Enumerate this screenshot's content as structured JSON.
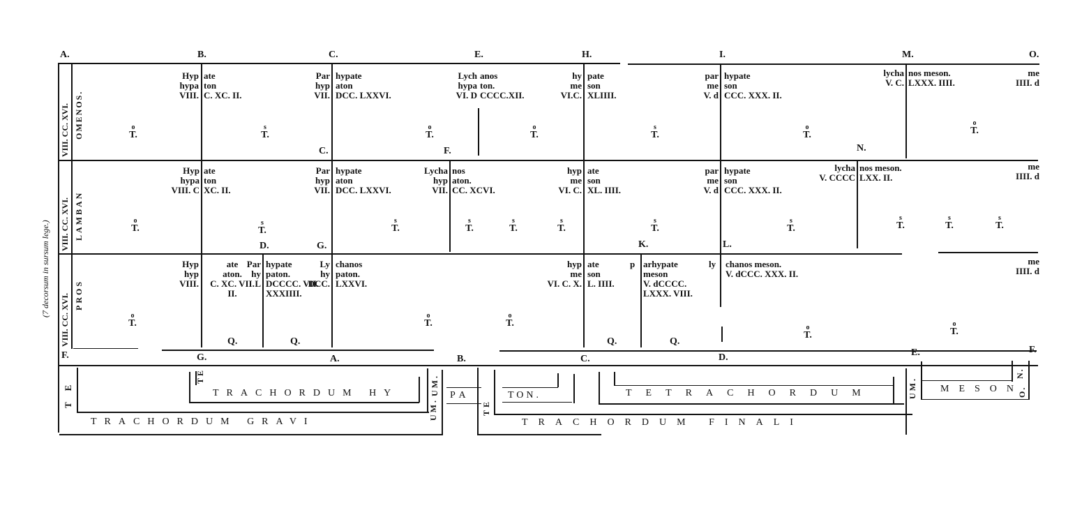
{
  "side_note": "(7 decorsum in sursum lege.)",
  "row_labels": [
    {
      "roman": "VIII. CC. XVI.",
      "name": "OMENOS."
    },
    {
      "roman": "VIII. CC. XVI.",
      "name": "LAMBAN"
    },
    {
      "roman": "VIII. CC. XVI.",
      "name": "PROS"
    }
  ],
  "top_letters": [
    "A.",
    "B.",
    "C.",
    "E.",
    "H.",
    "I.",
    "M.",
    "O."
  ],
  "row1": {
    "cells": [
      "Hyp\nhypa\nVIII.",
      "ate\nton\nC. XC. II.",
      "Par\nhyp\nVII.",
      "hypate\naton\nDCC. LXXVI.",
      "Lych\nhypa\nVI. D",
      "anos\nton.\nCCCC.XII.",
      "hy\nme\nVI.C.",
      "pate\nson\nXLIIII.",
      "par\nme\nV. d",
      "hypate\nson\nCCC. XXX. II.",
      "lycha\nV. C.",
      "nos meson.\nLXXX. IIII.",
      "me\nIIII. d"
    ],
    "tones": [
      "o|T.",
      "s|T.",
      "o|T.",
      "o|T.",
      "s|T.",
      "o|T.",
      "o|T."
    ],
    "letters": [
      "C.",
      "F.",
      "N."
    ]
  },
  "row2": {
    "cells": [
      "Hyp\nhypa\nVIII. C",
      "ate\nton\nXC. II.",
      "Par\nhyp\nVII.",
      "hypate\naton\nDCC. LXXVI.",
      "Lycha\nhyp\nVII.",
      "nos\naton.\nCC. XCVI.",
      "hyp\nme\nVI. C.",
      "ate\nson\nXL. IIII.",
      "par\nme\nV. d",
      "hypate\nson\nCCC. XXX. II.",
      "lycha\nV. CCCC",
      "nos meson.\nLXX. II.",
      "me\nIIII. d"
    ],
    "tones": [
      "o|T.",
      "s|T.",
      "s|T.",
      "s|T.",
      "s|T.",
      "s|T.",
      "s|T.",
      "s|T.",
      "s|T.",
      "s|T.",
      "s|T."
    ],
    "letters": [
      "D.",
      "G.",
      "K.",
      "L."
    ]
  },
  "row3": {
    "cells": [
      "Hyp\nhyp\nVIII.",
      "ate\naton.\nC. XC. VII.\nII.",
      "Par\nhy\nL",
      "hypate\npaton.\nDCCCC. VII.\nXXXIIII.",
      "Ly\nhy\nDCC.",
      "chanos\npaton.\nLXXVI.",
      "hyp\nme\nVI. C. X.",
      "ate\nson\nL. IIII.",
      "p",
      "arhypate\nmeson\nV. dCCCC.\nLXXX. VIII.",
      "ly",
      "chanos meson.\nV. dCCC. XXX. II.",
      "me\nIIII. d"
    ],
    "tones": [
      "o|T.",
      "o|T.",
      "o|T.",
      "o|T.",
      "o|T."
    ],
    "quarters": [
      "Q.",
      "Q.",
      "Q.",
      "Q."
    ]
  },
  "bottom_letters": [
    "F.",
    "G.",
    "A.",
    "B.",
    "C.",
    "D.",
    "E.",
    "F."
  ],
  "tetrachords": {
    "hypaton_a": "TRACHORDUM HY",
    "hypaton_b": "PA",
    "hypaton_c": "TON.",
    "graui": "TRACHORDUM GRAVI",
    "finali": "TRACHORDUM FINALI",
    "meson_a": "TETRACHORDUM",
    "meson_b": "MESON",
    "te": "TE",
    "um": "UM.",
    "um2": "UM.",
    "um3": "UM.",
    "te2": "TE",
    "te3": "TE",
    "no": "N.",
    "o": "O."
  }
}
